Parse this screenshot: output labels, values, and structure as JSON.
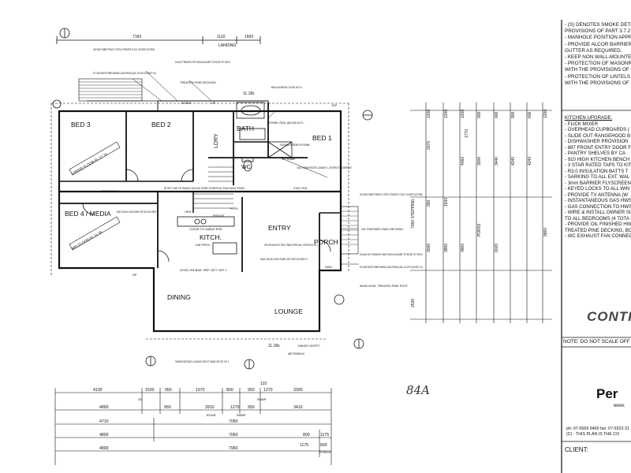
{
  "rooms": {
    "bed3": "BED 3",
    "bed2": "BED 2",
    "bed1": "BED 1",
    "bath": "BATH",
    "ldry": "LDRY",
    "wc": "WC",
    "bed4": "BED 4 / MEDIA",
    "kitch": "KITCH.",
    "entry": "ENTRY",
    "porch": "PORCH",
    "dining": "DINING",
    "lounge": "LOUNGE"
  },
  "floor_levels": {
    "upper": "UPPER FLOOR FL 12.70",
    "mid": "MID FLOOR FL 11.18"
  },
  "top_dims": {
    "overall": "7160",
    "seg1": "1110",
    "seg2": "1600",
    "landing": "LANDING",
    "rl_a": "11.18s",
    "rl_b": "11.18s"
  },
  "callouts": {
    "stringers_top": "1000 WIDE TIMBER TREADS TO STEEL STRINGERS TO SUIT. 115 RISER, 250 TREAD",
    "treated_fascia": "190x25 TREATED P/P FASCIA BOARD TO EDGE OF DECK",
    "std_handrail": "STD 1000H PAINTED TIMBER HANDRAIL & BALUSTRADING (MAX. 120 GAP TO BCA PART 3.9.2)",
    "treated_pine_decking": "TREATED PINE DECKING",
    "bulkhead": "BULKHEAD 2100 A.F.L.",
    "towel_rail": "TOWEL RAIL @1400 A.F.L.",
    "sliding_screen": "SLIDING SCREEN 90 FRAME",
    "frame70": "70 FRAME",
    "tiled_shower": "TILED SHOWER RECESS 1200x800 F.L. CENTRED TO SHOWER U/O",
    "stairs": "STAIRS 15 RISERS @ 175mm 250mm TREADS",
    "rake_ceiling": "RAKE CEILING OVER STAIRS. REF SECTION SHEET 3",
    "set_line": "50 SET LINE OF RAKED CEILING",
    "gable_end": "CLEAR TO GABLE END",
    "bench_level": "LEVEL 8'6\"BAR. REF. DET. SHT 1",
    "dw": "DW PROV",
    "stepdown": "STEPDOWN",
    "right_stringers": "1200 WIDE TIMBER TREADS TO STEEL STRINGERS TO SUIT. 115 RISER, 250 TREAD",
    "hwd_decking": "OIL FINISHED HWD DECKING",
    "porch_fascia": "190x25 OIL FINISHED HWD FASCIA BOARD TO EDGE OF DECK",
    "porch_handrail": "STD 1000H PAINTED TIMBER HANDRAIL & BALUSTRADING (MAX. 120 GAP TO BCA PART 3.9.2)",
    "treated_post": "90x90 NOM. TREATED PINE POST",
    "treads_wall": "1000H FROM EDGE OF TREAD. TIMBER CAPPED WALL. REFER DETAIL SHT 3",
    "rake_ceiling_lounge": "RAKE CEILING OVER STAIRS. REF SECTION SHEET 3",
    "hardies": "'HARDIES HERITAGE' CLADDING FIXED TO FRAME. REF DET SHT 5",
    "raked_soffit": "RAKED SOFFIT",
    "meterbox": "METERBOX",
    "tap": "TAP",
    "dp": "DP",
    "down": "DOWN",
    "up": "UP",
    "vsd": "2100 VSD",
    "fridge": "FRIDGE",
    "pantry": "PTRY",
    "opn": "OPN",
    "hwu": "HWU"
  },
  "bottom_dims": {
    "row1": [
      "4130",
      "1530",
      "950",
      "1970",
      "800",
      "950",
      "1270",
      "3300"
    ],
    "row2": [
      "4800",
      "950",
      "2810",
      "1270",
      "950",
      "3410"
    ],
    "row3": [
      "4710",
      "7060"
    ],
    "row4": [
      "4800",
      "7060",
      "800",
      "1175"
    ],
    "row5": [
      "4800",
      "7960",
      "1175",
      "600"
    ],
    "small": [
      "110",
      "RAMP",
      "BTAIR",
      "RAMP",
      "PORCH",
      "25"
    ]
  },
  "right_dims": {
    "cols": [
      "1200",
      "1200",
      "1200",
      "900",
      "600",
      "900",
      "600",
      "1770",
      "1200"
    ],
    "mid": [
      "2070",
      "4060",
      "3000",
      "3440",
      "4240",
      "4240"
    ],
    "low": [
      "950",
      "1530",
      "3000",
      "3850",
      "4860",
      "POR01",
      "6020"
    ],
    "far": [
      "7060 STEPPING",
      "9860",
      "2530"
    ]
  },
  "notes": [
    "- (S) DENOTES SMOKE DETE",
    "PROVISIONS OF PART 3.7.2",
    "- MANHOLE POSITION APPR",
    "- PROVIDE ALCOR BARRIER",
    "GUTTER AS REQUIRED.",
    "- KEEP NON WALL-MOUNTE",
    "- PROTECTION OF MASONRY",
    "WITH THE PROVISIONS OF P",
    "- PROTECTION OF LINTELS II",
    "WITH THE PROVISIONS OF P"
  ],
  "kitchen_upgrade": {
    "heading": "KITCHEN UPGRADE:",
    "items": [
      "- FLICK MIXER",
      "- OVERHEAD CUPBOARDS (",
      "- SLIDE OUT RANGEHOOD B",
      "- DISHWASHER PROVISION",
      "- 887 FRONT ENTRY DOOR F",
      "- PANTRY SHELVES BY CA",
      "- 910 HIGH KITCHEN BENCH T",
      "- 3 STAR RATED TAPS TO KIT",
      "- R3.0 INSULATION BATTS T",
      "- SARKING TO ALL EXT. WAL",
      "- 3mm BARRIER FLYSCREEN",
      "- KEYED LOCKS TO ALL WIN",
      "- PROVIDE TV ANTENNA (W",
      "- INSTANTANEOUS GAS HWS",
      "- GAS CONNECTION TO HWS",
      "- WIRE & INSTALL OWNER SU",
      "TO ALL BEDROOMS (4 TOTA",
      "- PROVIDE OIL FINISHED HWD",
      "TREATED PINE DECKING, BO",
      "- WC EXHAUST FAN CONNEC"
    ]
  },
  "title_block": {
    "contract": "CONTRA",
    "note": "NOTE: DO NOT SCALE OFF",
    "logo": "Per",
    "logo_sub": "www.",
    "phone": "ph: 07-5569 9400 fax: 07-5523 31",
    "copyright": "(C) - THIS PLAN IS THE CO",
    "client": "CLIENT:"
  },
  "handwritten": "84A"
}
